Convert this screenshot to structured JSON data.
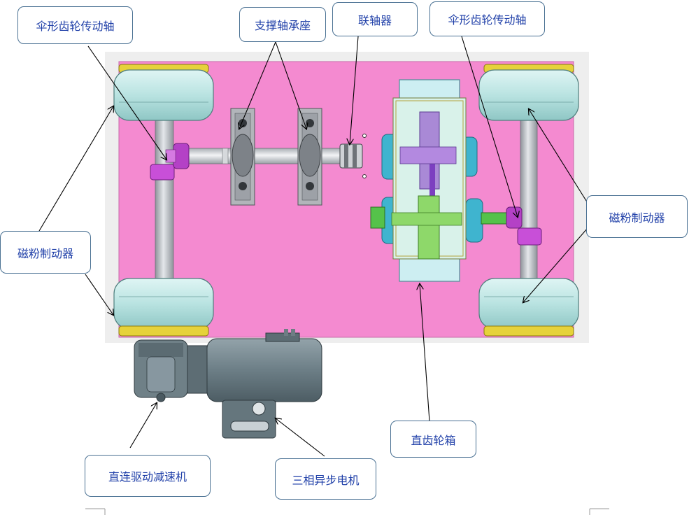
{
  "labels": {
    "bevel_shaft_left": "伞形齿轮传动轴",
    "bearing_seat": "支撑轴承座",
    "coupling": "联轴器",
    "bevel_shaft_right": "伞形齿轮传动轴",
    "brake_left": "磁粉制动器",
    "brake_right": "磁粉制动器",
    "spur_gearbox": "直齿轮箱",
    "reducer": "直连驱动减速机",
    "motor": "三相异步电机"
  },
  "colors": {
    "base_plate": "#f48ad0",
    "brake_body": "#bfe8e6",
    "brake_flange": "#e6d23a",
    "shaft": "#c4c8ce",
    "bevel_gear": "#c84fd8",
    "gearbox_cover": "#cdeef2",
    "gear_upper": "#b38be0",
    "gear_lower": "#8ed86a",
    "motor_body": "#6c8088",
    "callout_text": "#1f3fa8",
    "callout_border": "#4a7193"
  }
}
